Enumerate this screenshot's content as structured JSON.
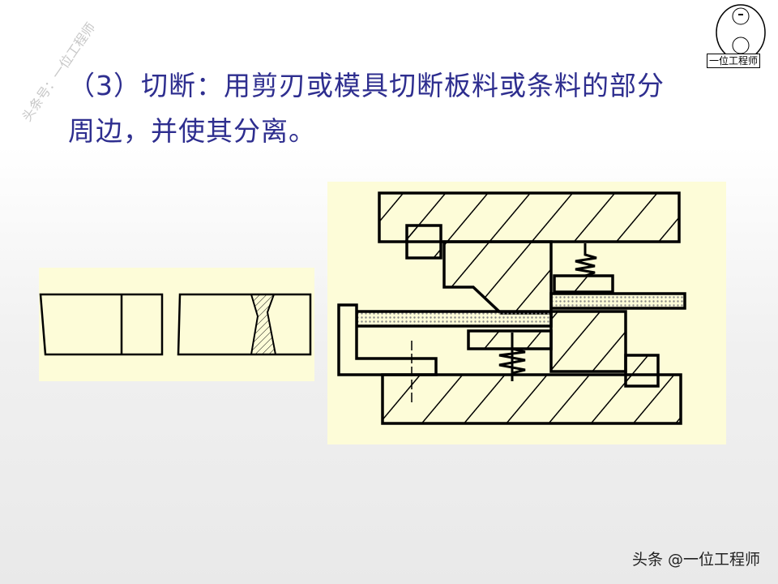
{
  "watermark": "头条号：一位工程师",
  "logo": {
    "label": "一位工程师"
  },
  "title": {
    "line1": "（3）切断：用剪刃或模具切断板料或条料的部分",
    "line2": "周边，并使其分离。"
  },
  "footer": {
    "text": "头条 @一位工程师"
  }
}
